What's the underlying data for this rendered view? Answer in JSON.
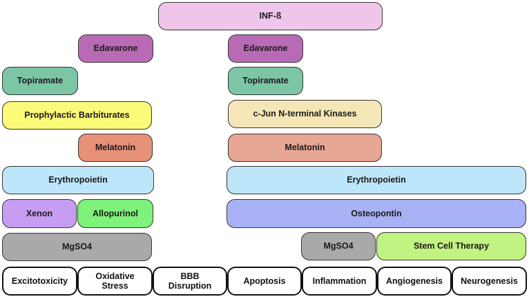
{
  "colors": {
    "infb": "#f0c5ea",
    "edavarone": "#b96ab5",
    "topiramate": "#7cc6a6",
    "barbiturates": "#fbfa79",
    "cjun": "#f5e6b8",
    "melatonin_left": "#e69178",
    "melatonin_right": "#e8a694",
    "erythropoietin": "#bde6fa",
    "xenon": "#c79df4",
    "allopurinol": "#7ef27a",
    "osteopontin": "#a8b2f5",
    "mgso4": "#a9a9a9",
    "stem_cell": "#c2f281",
    "category": "#ffffff"
  },
  "treatments": {
    "infb": "INF-ß",
    "edavarone_left": "Edavarone",
    "edavarone_right": "Edavarone",
    "topiramate_left": "Topiramate",
    "topiramate_right": "Topiramate",
    "barbiturates": "Prophylactic Barbiturates",
    "cjun": "c-Jun N-terminal Kinases",
    "melatonin_left": "Melatonin",
    "melatonin_right": "Melatonin",
    "erythropoietin_left": "Erythropoietin",
    "erythropoietin_right": "Erythropoietin",
    "xenon": "Xenon",
    "allopurinol": "Allopurinol",
    "osteopontin": "Osteopontin",
    "mgso4_left": "MgSO4",
    "mgso4_right": "MgSO4",
    "stem_cell": "Stem Cell Therapy"
  },
  "categories": [
    "Excitotoxicity",
    "Oxidative Stress",
    "BBB Disruption",
    "Apoptosis",
    "Inflammation",
    "Angiogenesis",
    "Neurogenesis"
  ]
}
